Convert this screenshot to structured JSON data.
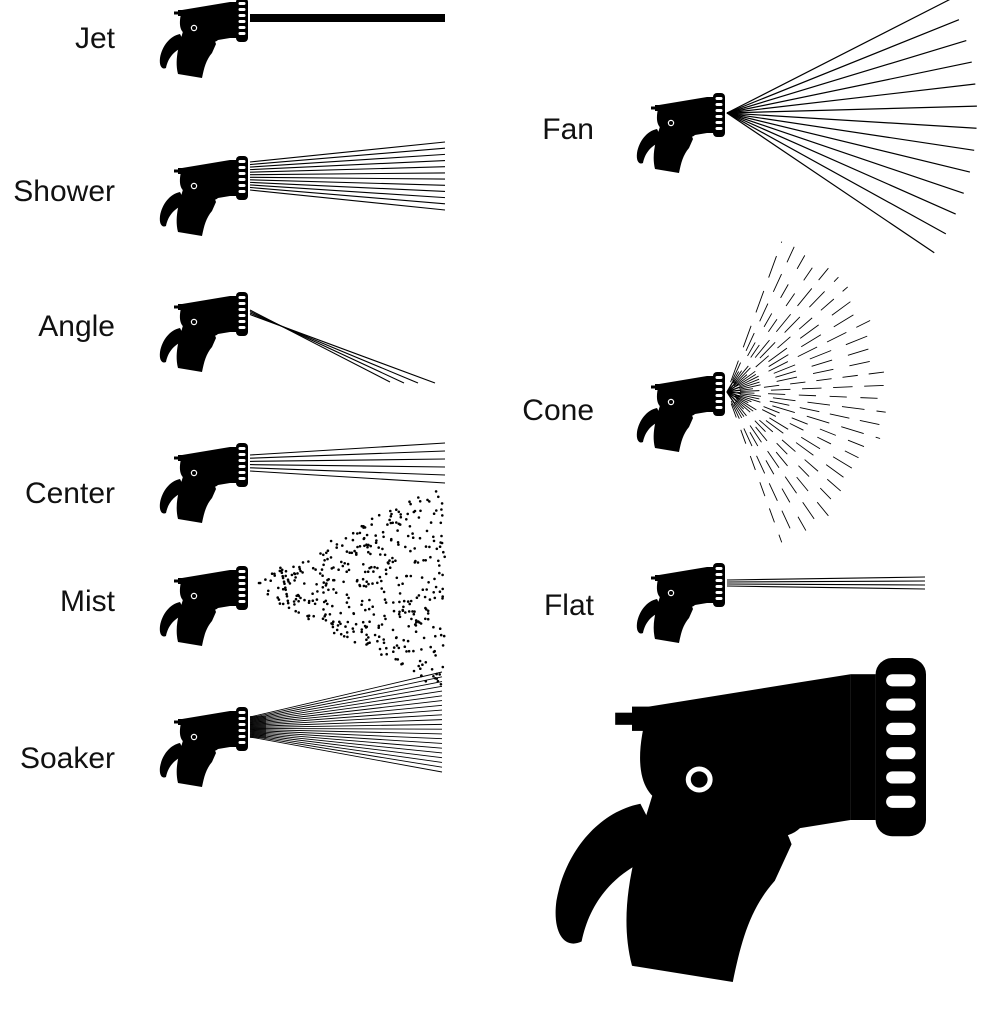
{
  "colors": {
    "ink": "#000000",
    "background": "#ffffff"
  },
  "nozzles": [
    {
      "id": "jet",
      "label": "Jet",
      "pattern": "jet"
    },
    {
      "id": "shower",
      "label": "Shower",
      "pattern": "shower"
    },
    {
      "id": "angle",
      "label": "Angle",
      "pattern": "angle"
    },
    {
      "id": "center",
      "label": "Center",
      "pattern": "center"
    },
    {
      "id": "mist",
      "label": "Mist",
      "pattern": "mist"
    },
    {
      "id": "soaker",
      "label": "Soaker",
      "pattern": "soaker"
    },
    {
      "id": "fan",
      "label": "Fan",
      "pattern": "fan"
    },
    {
      "id": "cone",
      "label": "Cone",
      "pattern": "cone"
    },
    {
      "id": "flat",
      "label": "Flat",
      "pattern": "flat"
    }
  ],
  "large_nozzle": {
    "icon": "spray-nozzle-icon"
  }
}
